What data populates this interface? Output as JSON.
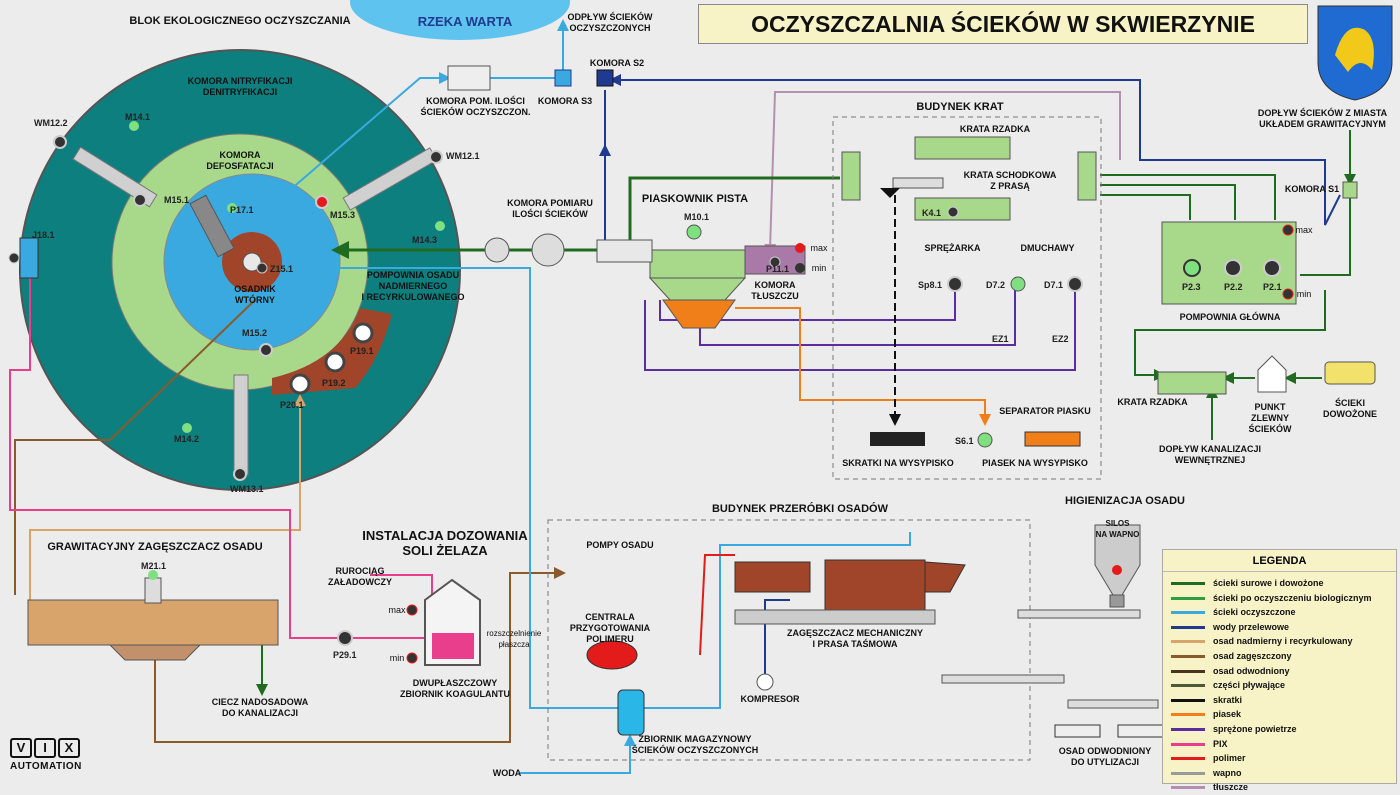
{
  "title": "OCZYSZCZALNIA ŚCIEKÓW W SKWIERZYNIE",
  "colors": {
    "raw": "#1f6b1f",
    "biological": "#3aa9e0",
    "overflow": "#1f3a8f",
    "excess_sludge": "#d8a46b",
    "thickened": "#8b5a2b",
    "dewatered": "#4a3320",
    "floating": "#4d5a3a",
    "screenings": "#111111",
    "sand": "#f07f1a",
    "air": "#5a2ea0",
    "pix": "#e83e8c",
    "polymer": "#e31b1b",
    "lime": "#9a9a9a",
    "fats": "#b48fb0",
    "tank_teal": "#0e7f7f",
    "tank_green": "#a8d88a",
    "tank_blue": "#3aa9e0",
    "river": "#5fc3f0"
  },
  "labels": {
    "river": "RZEKA WARTA",
    "eco_block": "BLOK EKOLOGICZNEGO OCZYSZCZANIA",
    "nitri": "KOMORA NITRYFIKACJI\nDENITRYFIKACJI",
    "defos": "KOMORA\nDEFOSFATACJI",
    "settler": "OSADNIK\nWTÓRNY",
    "pump_sludge": "POMPOWNIA OSADU\nNADMIERNEGO\nI RECYRKULOWANEGO",
    "outflow": "ODPŁYW ŚCIEKÓW\nOCZYSZCZONYCH",
    "komora_s2": "KOMORA S2",
    "komora_s3": "KOMORA S3",
    "komora_pom_out": "KOMORA POM. ILOŚCI\nŚCIEKÓW OCZYSZCZON.",
    "komora_pom_in": "KOMORA POMIARU\nILOŚCI ŚCIEKÓW",
    "piaskownik": "PIASKOWNIK PISTA",
    "komora_tl": "KOMORA\nTŁUSZCZU",
    "budynek_krat": "BUDYNEK KRAT",
    "krata_rzadka": "KRATA RZADKA",
    "krata_schod": "KRATA SCHODKOWA\nZ PRASĄ",
    "sprezarka": "SPRĘŻARKA",
    "dmuchawy": "DMUCHAWY",
    "separator": "SEPARATOR PIASKU",
    "skratki": "SKRATKI NA WYSYPISKO",
    "piasek": "PIASEK NA WYSYPISKO",
    "doplyw_miasto": "DOPŁYW ŚCIEKÓW Z MIASTA\nUKŁADEM GRAWITACYJNYM",
    "komora_s1": "KOMORA S1",
    "pompownia": "POMPOWNIA GŁÓWNA",
    "krata_rzadka2": "KRATA RZADKA",
    "punkt": "PUNKT\nZLEWNY\nŚCIEKÓW",
    "dowozone": "ŚCIEKI\nDOWOŻONE",
    "doplyw_kan": "DOPŁYW KANALIZACJI\nWEWNĘTRZNEJ",
    "grawit": "GRAWITACYJNY ZAGĘSZCZACZ OSADU",
    "ciecz": "CIECZ NADOSADOWA\nDO KANALIZACJI",
    "dozowanie": "INSTALACJA DOZOWANIA\nSOLI ŻELAZA",
    "rurociag": "RUROCIĄG\nZAŁADOWCZY",
    "dwup": "DWUPŁASZCZOWY\nZBIORNIK KOAGULANTU",
    "rozszcz": "rozszczelnienie\npłaszcza",
    "budynek_osad": "BUDYNEK PRZERÓBKI OSADÓW",
    "pompy_osadu": "POMPY OSADU",
    "centrala": "CENTRALA PRZYGOTOWANIA\nPOLIMERU",
    "zageszczacz": "ZAGĘSZCZACZ MECHANICZNY\nI PRASA TAŚMOWA",
    "kompresor": "KOMPRESOR",
    "zbiornik_mag": "ZBIORNIK MAGAZYNOWY\nŚCIEKÓW OCZYSZCZONYCH",
    "woda": "WODA",
    "higien": "HIGIENIZACJA OSADU",
    "silos": "SILOS\nNA WAPNO",
    "osad_odw": "OSAD ODWODNIONY\nDO UTYLIZACJI",
    "max": "max",
    "min": "min",
    "vix": [
      "V",
      "I",
      "X"
    ],
    "automation": "AUTOMATION"
  },
  "devices": {
    "WM12_2": "WM12.2",
    "WM12_1": "WM12.1",
    "WM13_1": "WM13.1",
    "M14_1": "M14.1",
    "M14_2": "M14.2",
    "M14_3": "M14.3",
    "M15_1": "M15.1",
    "M15_2": "M15.2",
    "M15_3": "M15.3",
    "P17_1": "P17.1",
    "Z15_1": "Z15.1",
    "J18_1": "J18.1",
    "P19_1": "P19.1",
    "P19_2": "P19.2",
    "P20_1": "P20.1",
    "M10_1": "M10.1",
    "P11_1": "P11.1",
    "K4_1": "K4.1",
    "Sp8_1": "Sp8.1",
    "D7_2": "D7.2",
    "D7_1": "D7.1",
    "EZ1": "EZ1",
    "EZ2": "EZ2",
    "S6_1": "S6.1",
    "P2_3": "P2.3",
    "P2_2": "P2.2",
    "P2_1": "P2.1",
    "M21_1": "M21.1",
    "P29_1": "P29.1"
  },
  "legend": {
    "title": "LEGENDA",
    "items": [
      {
        "label": "ścieki surowe i dowożone",
        "color": "#1f6b1f"
      },
      {
        "label": "ścieki po oczyszczeniu biologicznym",
        "color": "#2e9e3e"
      },
      {
        "label": "ścieki oczyszczone",
        "color": "#3aa9e0"
      },
      {
        "label": "wody przelewowe",
        "color": "#1f3a8f"
      },
      {
        "label": "osad nadmierny i recyrkulowany",
        "color": "#d8a46b"
      },
      {
        "label": "osad zagęszczony",
        "color": "#8b5a2b"
      },
      {
        "label": "osad odwodniony",
        "color": "#4a3320"
      },
      {
        "label": "części pływające",
        "color": "#4d5a3a"
      },
      {
        "label": "skratki",
        "color": "#111111"
      },
      {
        "label": "piasek",
        "color": "#f07f1a"
      },
      {
        "label": "sprężone powietrze",
        "color": "#5a2ea0"
      },
      {
        "label": "PIX",
        "color": "#e83e8c"
      },
      {
        "label": "polimer",
        "color": "#e31b1b"
      },
      {
        "label": "wapno",
        "color": "#9a9a9a"
      },
      {
        "label": "tłuszcze",
        "color": "#b48fb0"
      }
    ]
  }
}
